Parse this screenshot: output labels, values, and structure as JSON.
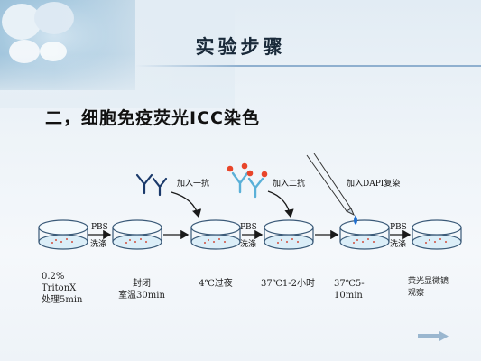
{
  "slide": {
    "title": "实验步骤",
    "subtitle": "二，细胞免疫荧光ICC染色"
  },
  "reagents": {
    "primary": "加入一抗",
    "secondary": "加入二抗",
    "dapi": "加入DAPI复染"
  },
  "washes": {
    "w1_top": "PBS",
    "w1_bottom": "洗涤",
    "w2_top": "PBS",
    "w2_bottom": "洗涤",
    "w3_top": "PBS",
    "w3_bottom": "洗涤"
  },
  "steps": [
    {
      "line1": "0.2%",
      "line2": "TritonX",
      "line3": "处理5min"
    },
    {
      "line1": "封闭",
      "line2": "室温30min"
    },
    {
      "line1": "4℃过夜"
    },
    {
      "line1": "37℃1-2小时"
    },
    {
      "line1": "37℃5-",
      "line2": "10min"
    },
    {
      "line1": "荧光显微镜",
      "line2": "观察"
    }
  ],
  "colors": {
    "dish_fill": "#dbeef8",
    "dish_stroke": "#3a5a78",
    "arrow": "#1a1a1a",
    "primary_ab": "#1b3a6b",
    "secondary_ab": "#5ab0d8",
    "fluorophore": "#e8452a",
    "dapi_drop": "#1e6fd0"
  }
}
